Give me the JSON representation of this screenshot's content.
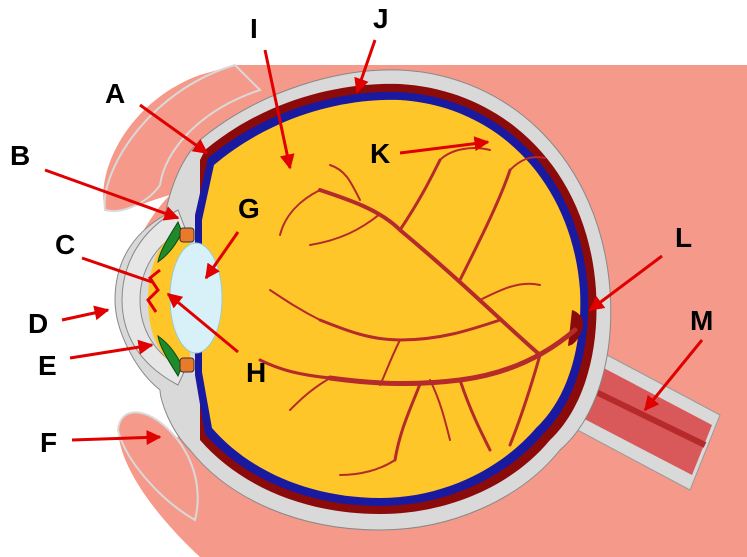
{
  "labels": [
    {
      "id": "A",
      "text": "A"
    },
    {
      "id": "B",
      "text": "B"
    },
    {
      "id": "C",
      "text": "C"
    },
    {
      "id": "D",
      "text": "D"
    },
    {
      "id": "E",
      "text": "E"
    },
    {
      "id": "F",
      "text": "F"
    },
    {
      "id": "G",
      "text": "G"
    },
    {
      "id": "H",
      "text": "H"
    },
    {
      "id": "I",
      "text": "I"
    },
    {
      "id": "J",
      "text": "J"
    },
    {
      "id": "K",
      "text": "K"
    },
    {
      "id": "L",
      "text": "L"
    },
    {
      "id": "M",
      "text": "M"
    }
  ],
  "colors": {
    "eyelid_skin": "#f59a8a",
    "sclera": "#d9d9d9",
    "vitreous": "#ffc62a",
    "choroid": "#8b0a0a",
    "retina": "#1a1aa0",
    "lens": "#d8f0f8",
    "iris": "#1f8a2a",
    "ciliary": "#e87a2a",
    "vessel": "#b52a2a",
    "optic_nerve": "#d9585a",
    "arrow": "#e00000"
  }
}
